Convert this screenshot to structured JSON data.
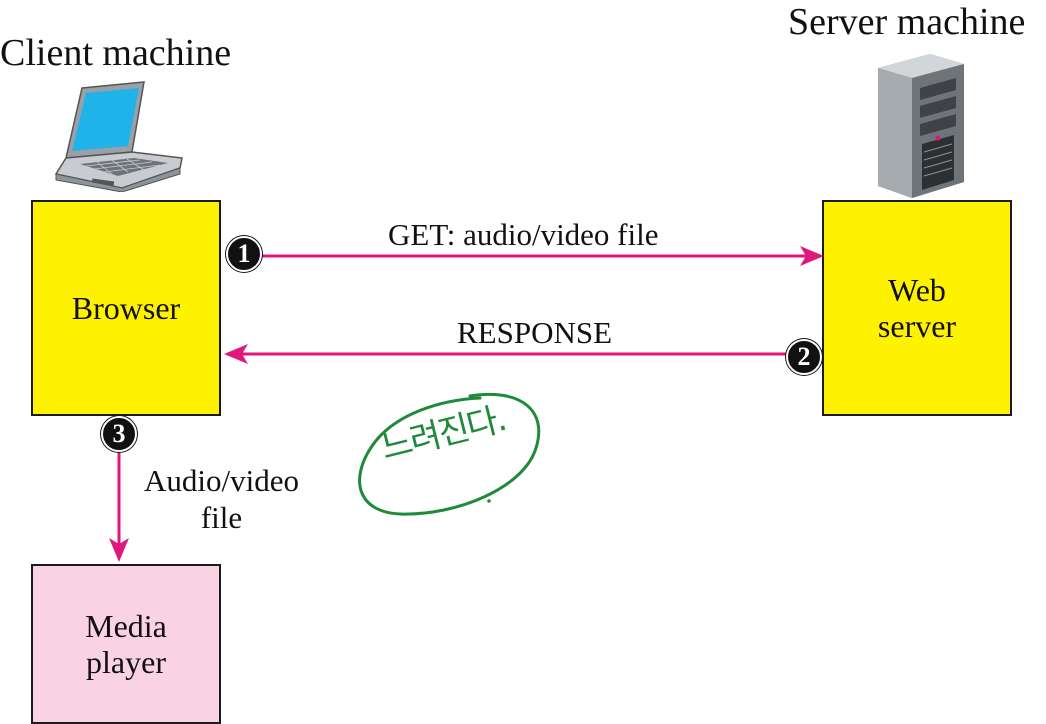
{
  "colors": {
    "box_yellow": "#fff200",
    "box_pink": "#f9d3e4",
    "arrow": "#e0177f",
    "annotation": "#1f8a3a"
  },
  "client": {
    "title": "Client machine",
    "device_icon": "laptop-icon",
    "browser_label": "Browser",
    "media_player_label": "Media\nplayer"
  },
  "server": {
    "title": "Server machine",
    "device_icon": "server-tower-icon",
    "web_server_label": "Web\nserver"
  },
  "messages": {
    "request": "GET: audio/video file",
    "response": "RESPONSE",
    "transfer": "Audio/video\nfile"
  },
  "steps": [
    "1",
    "2",
    "3"
  ],
  "annotation": {
    "text": "느려진다."
  }
}
